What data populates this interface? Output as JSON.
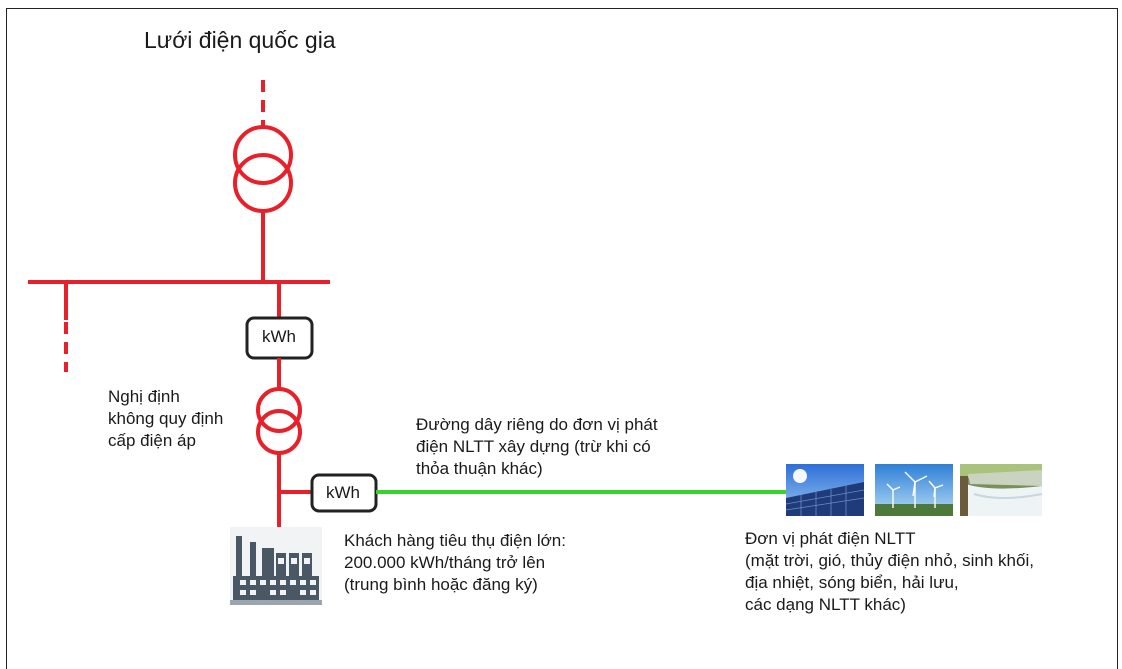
{
  "title": "Lưới điện quốc gia",
  "meter_label": "kWh",
  "decree_note": [
    "Nghị định",
    "không quy định",
    "cấp điện áp"
  ],
  "private_line_note": [
    "Đường dây riêng do đơn vị phát",
    "điện NLTT xây dựng (trừ khi có",
    "thỏa thuận khác)"
  ],
  "customer_note": [
    "Khách hàng tiêu thụ điện lớn:",
    "200.000 kWh/tháng trở lên",
    "(trung bình hoặc đăng ký)"
  ],
  "generator_note": [
    "Đơn vị phát điện NLTT",
    "(mặt trời, gió, thủy điện nhỏ, sinh khối,",
    "địa nhiệt, sóng biển, hải lưu,",
    "các dạng NLTT khác)"
  ],
  "icons": [
    "solar-panel-icon",
    "wind-turbine-icon",
    "hydro-dam-icon",
    "factory-icon"
  ],
  "colors": {
    "grid_line": "#e8202a",
    "private_line": "#39d12b",
    "meter_border": "#222222"
  }
}
